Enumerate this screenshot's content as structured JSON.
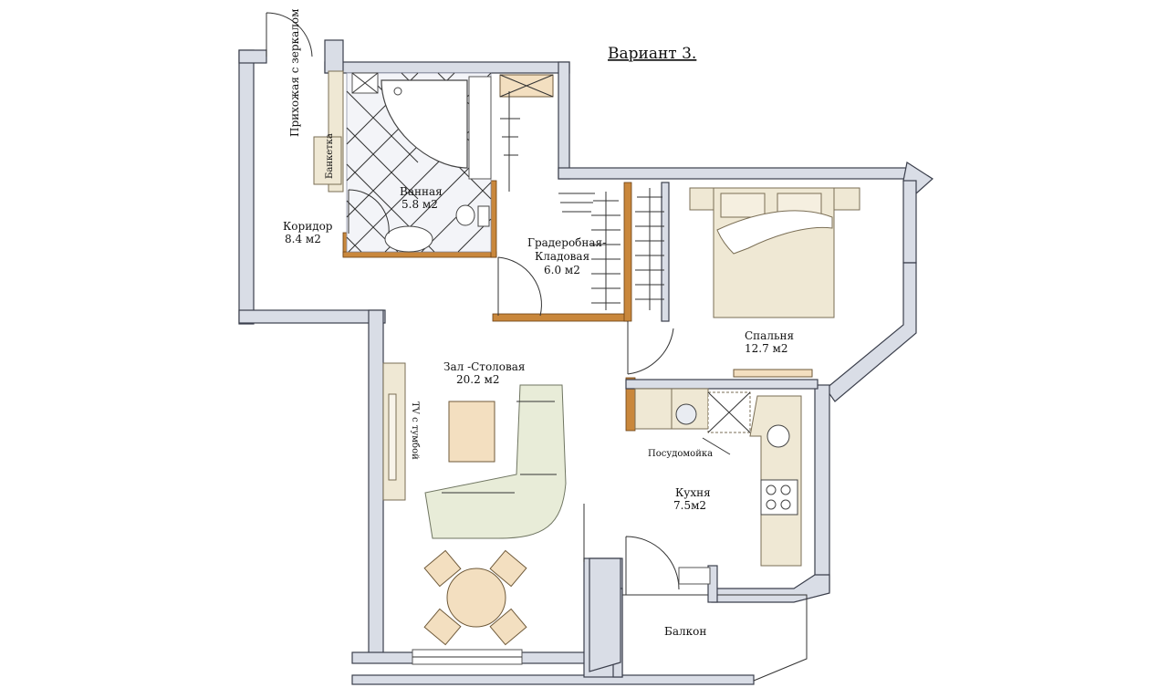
{
  "title": "Вариант 3.",
  "rooms": {
    "hallway_mirror": "Прихожая с зеркалом",
    "bench": "Банкетка",
    "bathroom": {
      "name": "Ванная",
      "area": "5.8 м2"
    },
    "corridor": {
      "name": "Коридор",
      "area": "8.4 м2"
    },
    "wardrobe": {
      "name1": "Градеробная-",
      "name2": "Кладовая",
      "area": "6.0 м2"
    },
    "bedroom": {
      "name": "Спальня",
      "area": "12.7 м2"
    },
    "living": {
      "name": "Зал -Столовая",
      "area": "20.2 м2"
    },
    "tv": "TV с тумбой",
    "dishwasher": "Посудомойка",
    "kitchen": {
      "name": "Кухня",
      "area": "7.5м2"
    },
    "balcony": "Балкон"
  },
  "colors": {
    "wall": "#d9dde6",
    "cream": "#efe8d4",
    "sofa": "#e8ecd8",
    "brick": "#c9873c"
  }
}
